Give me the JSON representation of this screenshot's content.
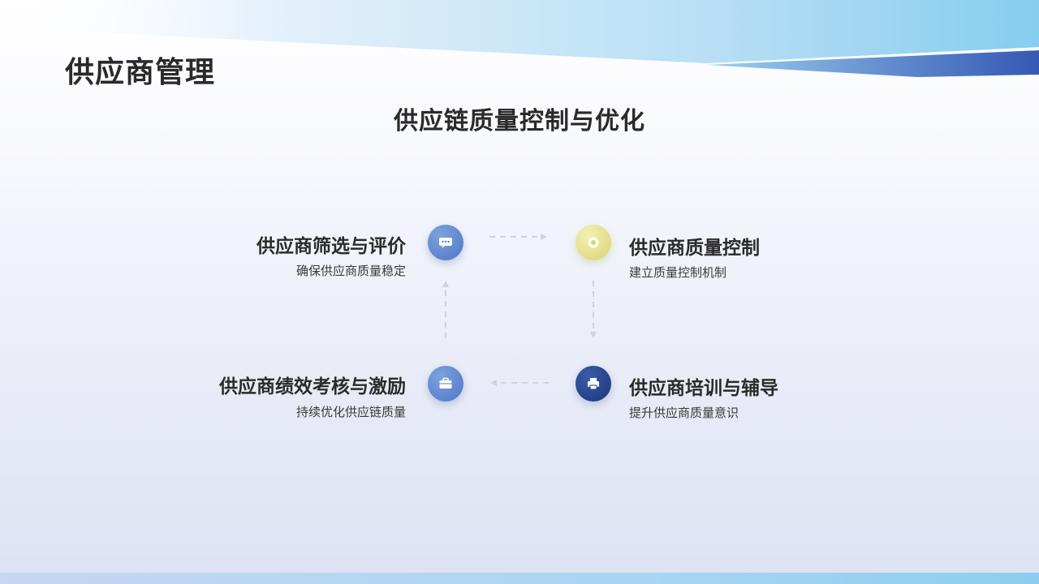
{
  "page": {
    "title": "供应商管理",
    "subtitle": "供应链质量控制与优化"
  },
  "nodes": {
    "screening": {
      "title": "供应商筛选与评价",
      "desc": "确保供应商质量稳定",
      "icon": "chat-bubble-icon",
      "color": "#5a7fc9"
    },
    "quality": {
      "title": "供应商质量控制",
      "desc": "建立质量控制机制",
      "icon": "target-icon",
      "color": "#dedb8c"
    },
    "training": {
      "title": "供应商培训与辅导",
      "desc": "提升供应商质量意识",
      "icon": "printer-icon",
      "color": "#233f86"
    },
    "performance": {
      "title": "供应商绩效考核与激励",
      "desc": "持续优化供应链质量",
      "icon": "briefcase-icon",
      "color": "#5a7fc9"
    }
  },
  "colors": {
    "accent_light_blue": "#8ecdf0",
    "accent_dark_blue": "#3559b3",
    "arrow": "#cfd3dc"
  }
}
